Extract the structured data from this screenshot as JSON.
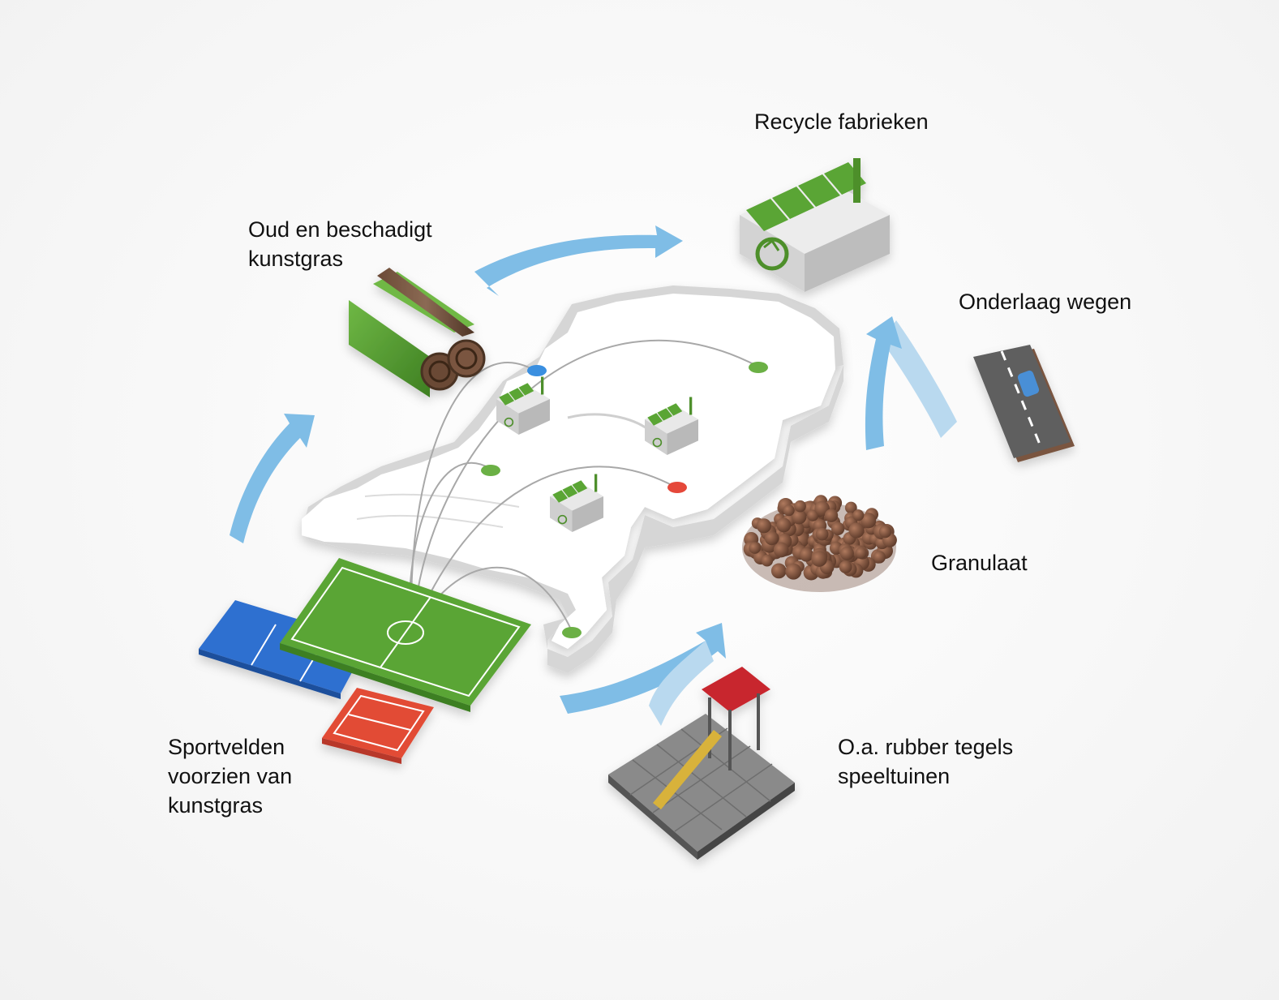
{
  "labels": {
    "recycle_factories": [
      "Recycle fabrieken"
    ],
    "old_turf": [
      "Oud en beschadigt",
      "kunstgras"
    ],
    "road_base": [
      "Onderlaag wegen"
    ],
    "granulate": [
      "Granulaat"
    ],
    "playground": [
      "O.a. rubber tegels",
      "speeltuinen"
    ],
    "sport_fields": [
      "Sportvelden",
      "voorzien van",
      "kunstgras"
    ]
  },
  "colors": {
    "arrow": "#7fbde6",
    "arrow_light": "#b9d9ef",
    "grass": "#5aa534",
    "grass_dark": "#3e7f22",
    "map": "#ffffff",
    "map_side": "#d4d4d4",
    "hockey": "#2f6fd0",
    "tennis": "#e24b36",
    "pin_green": "#6bb045",
    "pin_blue": "#3a8fe0",
    "pin_red": "#e5483a",
    "rubber": "#8a5a44"
  },
  "icons": [
    "turf-roll-icon",
    "factory-icon",
    "road-icon",
    "granulate-icon",
    "playground-icon",
    "sport-fields-icon",
    "recycle-icon"
  ]
}
